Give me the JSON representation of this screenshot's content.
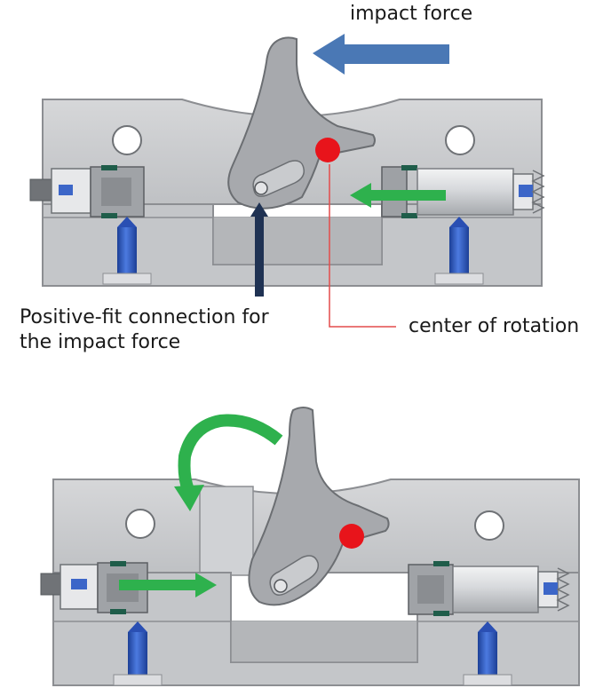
{
  "labels": {
    "impact_force": "impact force",
    "positive_fit_line1": "Positive-fit connection for",
    "positive_fit_line2": "the impact force",
    "center_of_rotation": "center of rotation"
  },
  "colors": {
    "body_gray": "#c9cacc",
    "body_dark": "#8c8e92",
    "pivot_red": "#e8141b",
    "arrow_blue": "#4a78b5",
    "arrow_green": "#2eb14d",
    "arrow_navy": "#1f3253",
    "pointer_red": "#e34b4b",
    "screw_blue": "#2f5ec4",
    "seal_green": "#1f5d4a"
  },
  "panels": [
    {
      "name": "upper-panel-before-impact"
    },
    {
      "name": "lower-panel-after-rotation"
    }
  ]
}
